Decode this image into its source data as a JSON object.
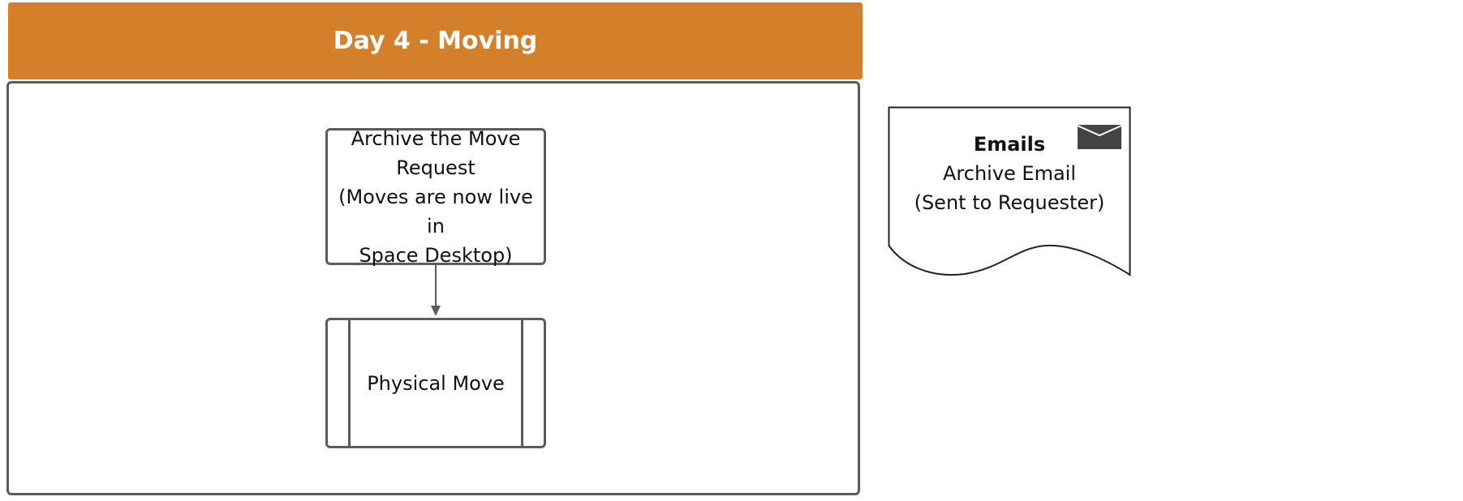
{
  "lane": {
    "title": "Day 4 - Moving",
    "header_color": "#d4802a"
  },
  "flow": {
    "step1": {
      "lines": [
        "Archive the Move",
        "Request",
        "(Moves are now live in",
        "Space Desktop)"
      ]
    },
    "step2": {
      "label": "Physical Move"
    }
  },
  "document": {
    "title": "Emails",
    "line1": "Archive Email",
    "line2": "(Sent to Requester)",
    "icon": "envelope-icon"
  },
  "colors": {
    "stroke": "#5c5c5c",
    "icon": "#444444"
  }
}
